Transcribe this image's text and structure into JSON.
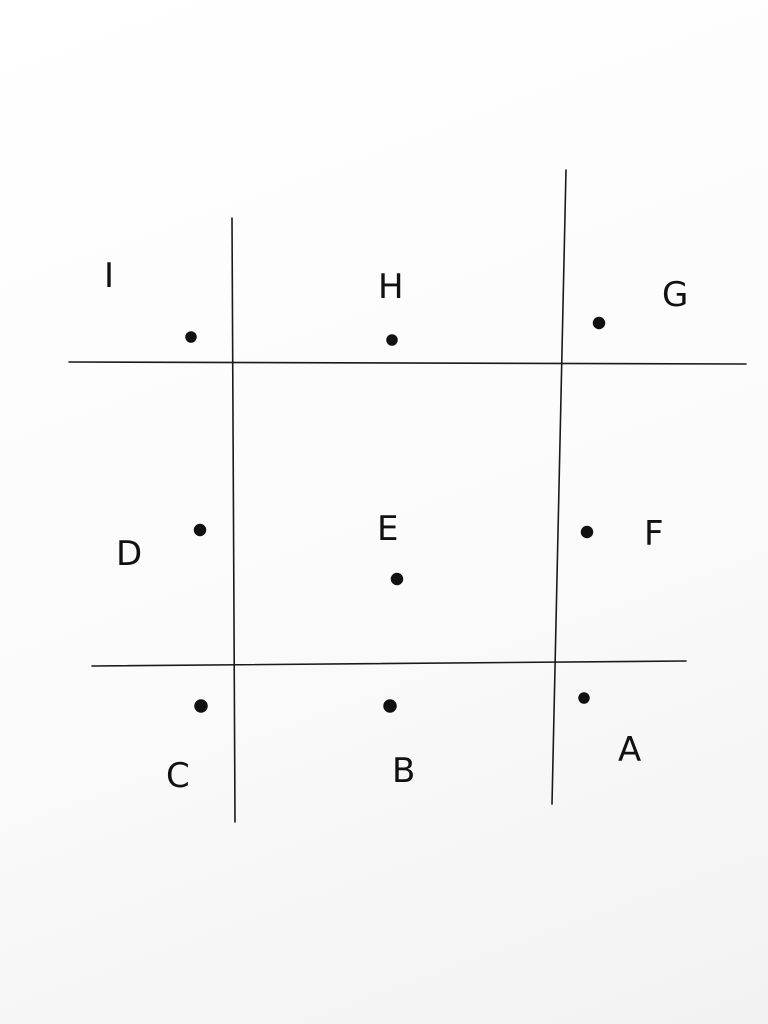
{
  "diagram": {
    "type": "3x3 grid",
    "regions": [
      {
        "id": "A",
        "label": "A",
        "row": 3,
        "col": 3
      },
      {
        "id": "B",
        "label": "B",
        "row": 3,
        "col": 2
      },
      {
        "id": "C",
        "label": "C",
        "row": 3,
        "col": 1
      },
      {
        "id": "D",
        "label": "D",
        "row": 2,
        "col": 1
      },
      {
        "id": "E",
        "label": "E",
        "row": 2,
        "col": 2
      },
      {
        "id": "F",
        "label": "F",
        "row": 2,
        "col": 3
      },
      {
        "id": "G",
        "label": "G",
        "row": 1,
        "col": 3
      },
      {
        "id": "H",
        "label": "H",
        "row": 1,
        "col": 2
      },
      {
        "id": "I",
        "label": "I",
        "row": 1,
        "col": 1
      }
    ],
    "colors": {
      "ink": "#111111",
      "paper": "#ffffff"
    }
  }
}
